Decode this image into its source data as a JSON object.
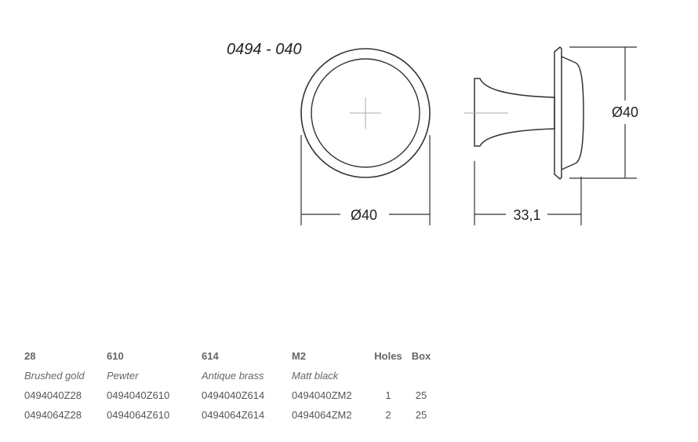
{
  "model_code": "0494 - 040",
  "dimensions": {
    "front_diameter": "Ø40",
    "side_depth": "33,1",
    "side_diameter": "Ø40"
  },
  "table": {
    "headers": [
      "28",
      "610",
      "614",
      "M2",
      "Holes",
      "Box"
    ],
    "finishes": [
      "Brushed gold",
      "Pewter",
      "Antique brass",
      "Matt black"
    ],
    "rows": [
      {
        "c28": "0494040Z28",
        "c610": "0494040Z610",
        "c614": "0494040Z614",
        "cM2": "0494040ZM2",
        "holes": "1",
        "box": "25"
      },
      {
        "c28": "0494064Z28",
        "c610": "0494064Z610",
        "c614": "0494064Z614",
        "cM2": "0494064ZM2",
        "holes": "2",
        "box": "25"
      }
    ]
  }
}
